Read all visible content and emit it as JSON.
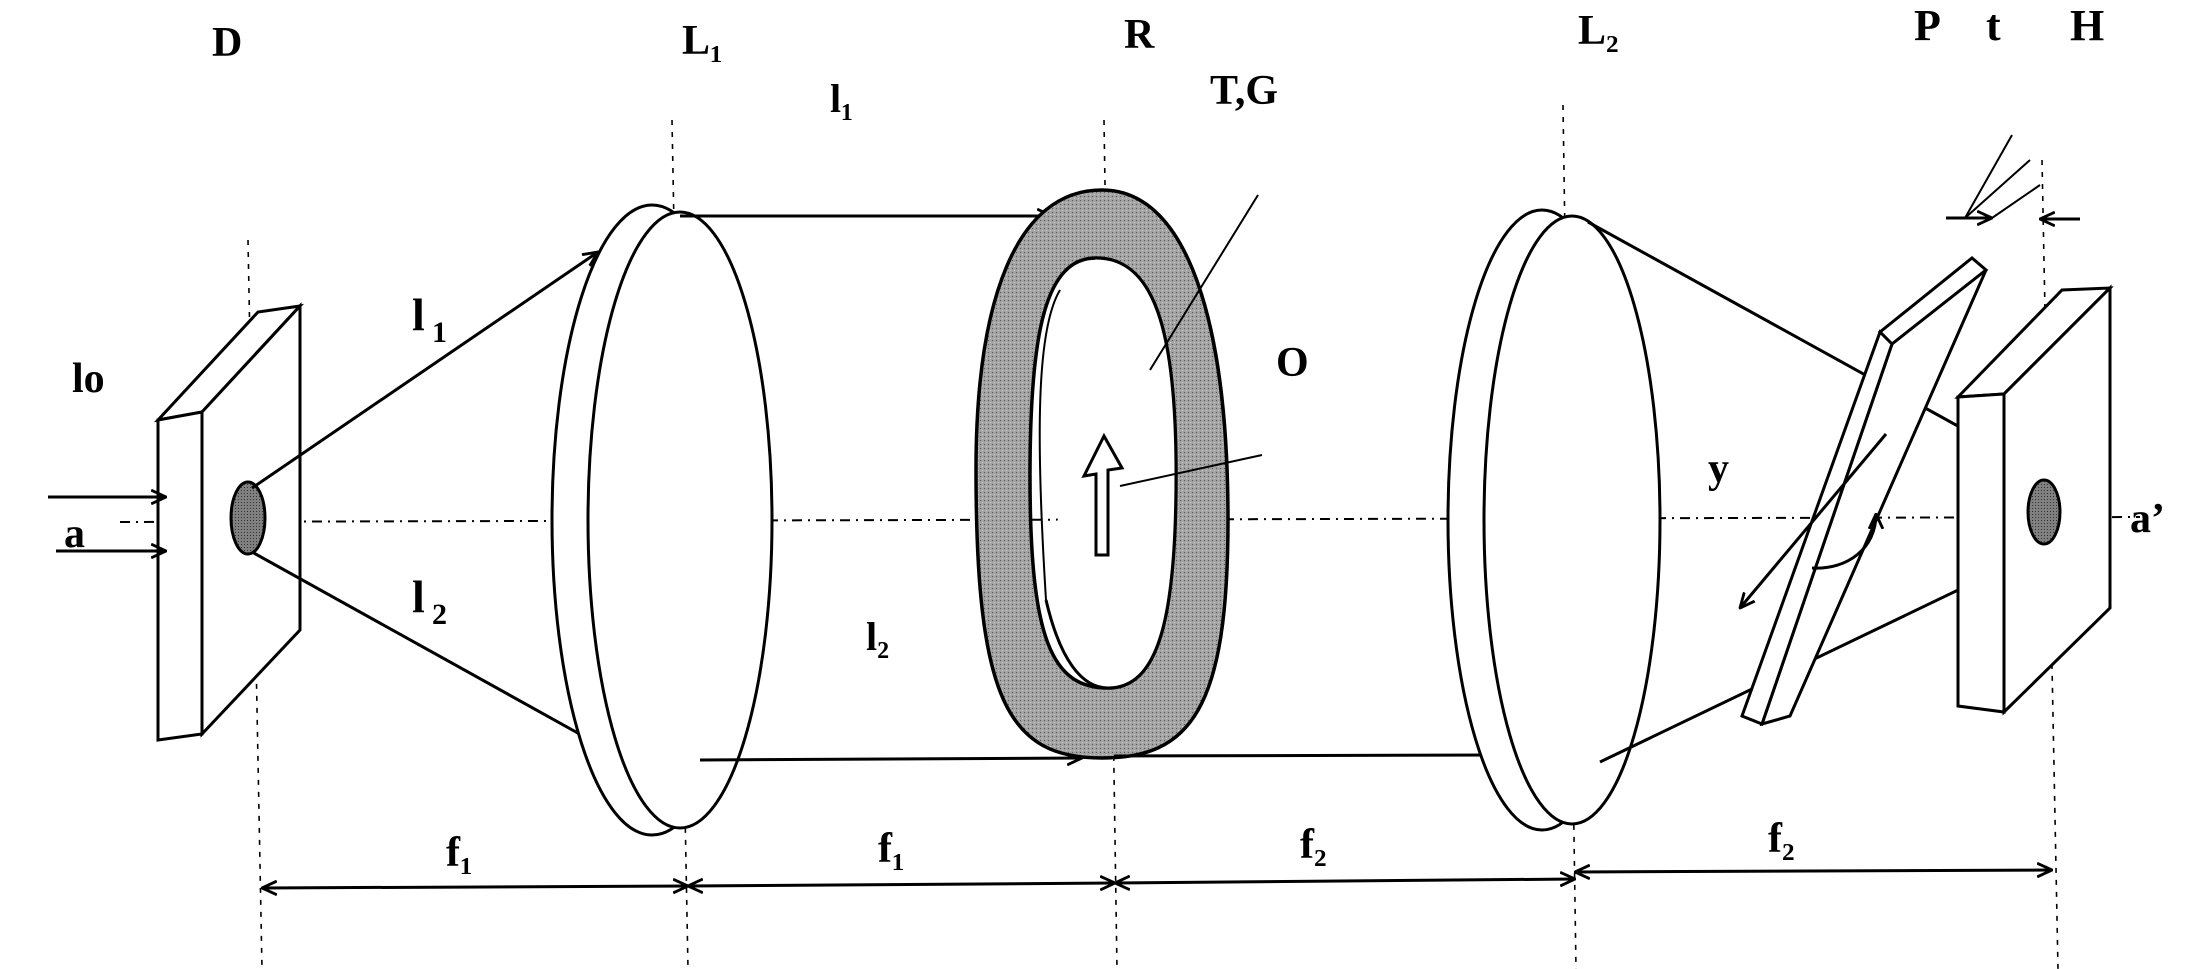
{
  "labels": {
    "D": "D",
    "L1": "L₁",
    "R": "R",
    "L2": "L₂",
    "P": "P",
    "t": "t",
    "H": "H",
    "l1_top": "l₁",
    "TG": "T,G",
    "I1": "l",
    "I1_sub": "1",
    "lo": "lo",
    "a": "a",
    "O": "O",
    "y": "y",
    "a_prime": "a’",
    "I2": "l",
    "I2_sub": "2",
    "l2_mid": "l₂",
    "f1_left": "f₁",
    "f1_right": "f₁",
    "f2_left": "f₂",
    "f2_right": "f₂"
  },
  "colors": {
    "ink": "#000000",
    "ring_fill": "#9a9a9a",
    "spot_fill": "#777777",
    "background": "#ffffff"
  }
}
